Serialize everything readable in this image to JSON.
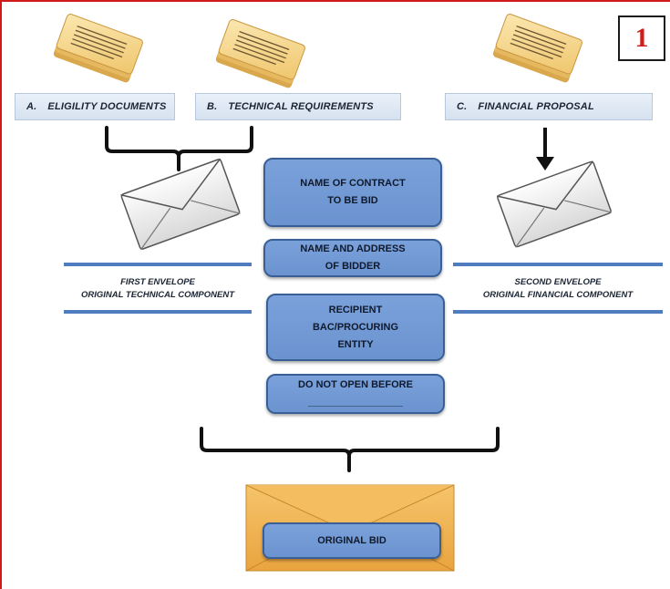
{
  "page_number": "1",
  "documents": {
    "a": {
      "key": "A.",
      "label": "ELIGILITY DOCUMENTS"
    },
    "b": {
      "key": "B.",
      "label": "TECHNICAL REQUIREMENTS"
    },
    "c": {
      "key": "C.",
      "label": "FINANCIAL PROPOSAL"
    }
  },
  "center_boxes": {
    "contract": [
      "NAME OF CONTRACT",
      "TO BE BID"
    ],
    "bidder": [
      "NAME AND ADDRESS",
      "OF BIDDER"
    ],
    "recipient": [
      "RECIPIENT",
      "BAC/PROCURING",
      "ENTITY"
    ],
    "open": [
      "DO NOT OPEN BEFORE",
      "_________________"
    ]
  },
  "first_envelope": [
    "FIRST ENVELOPE",
    "ORIGINAL TECHNICAL COMPONENT"
  ],
  "second_envelope": [
    "SECOND ENVELOPE",
    "ORIGINAL FINANCIAL COMPONENT"
  ],
  "original_bid": "ORIGINAL BID",
  "colors": {
    "frame": "#d11a1a",
    "box_fill": "#6b93cf",
    "label_fill": "#dbe6f2",
    "paper": "#f4d58c",
    "big_envelope": "#f0b24e"
  },
  "icons": [
    "paper-stack-icon",
    "envelope-icon",
    "down-arrow-icon",
    "bracket-icon"
  ]
}
